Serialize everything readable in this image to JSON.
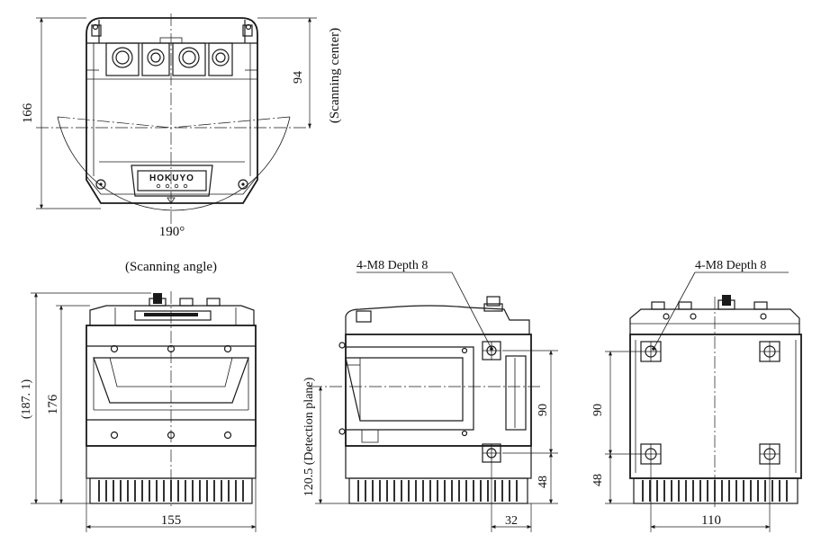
{
  "top_view": {
    "height_dim": "166",
    "center_dim": "94",
    "center_label": "(Scanning center)",
    "angle_value": "190°",
    "angle_label": "(Scanning angle)",
    "logo": "HOKUYO"
  },
  "front_view": {
    "overall_height": "(187. 1)",
    "body_height": "176",
    "width_dim": "155"
  },
  "side_view": {
    "detection_label": "120.5 (Detection plane)",
    "hole_callout": "4-M8 Depth 8",
    "dim_90": "90",
    "dim_48": "48",
    "dim_32": "32"
  },
  "back_view": {
    "hole_callout": "4-M8 Depth 8",
    "dim_90": "90",
    "dim_48": "48",
    "dim_110": "110"
  }
}
